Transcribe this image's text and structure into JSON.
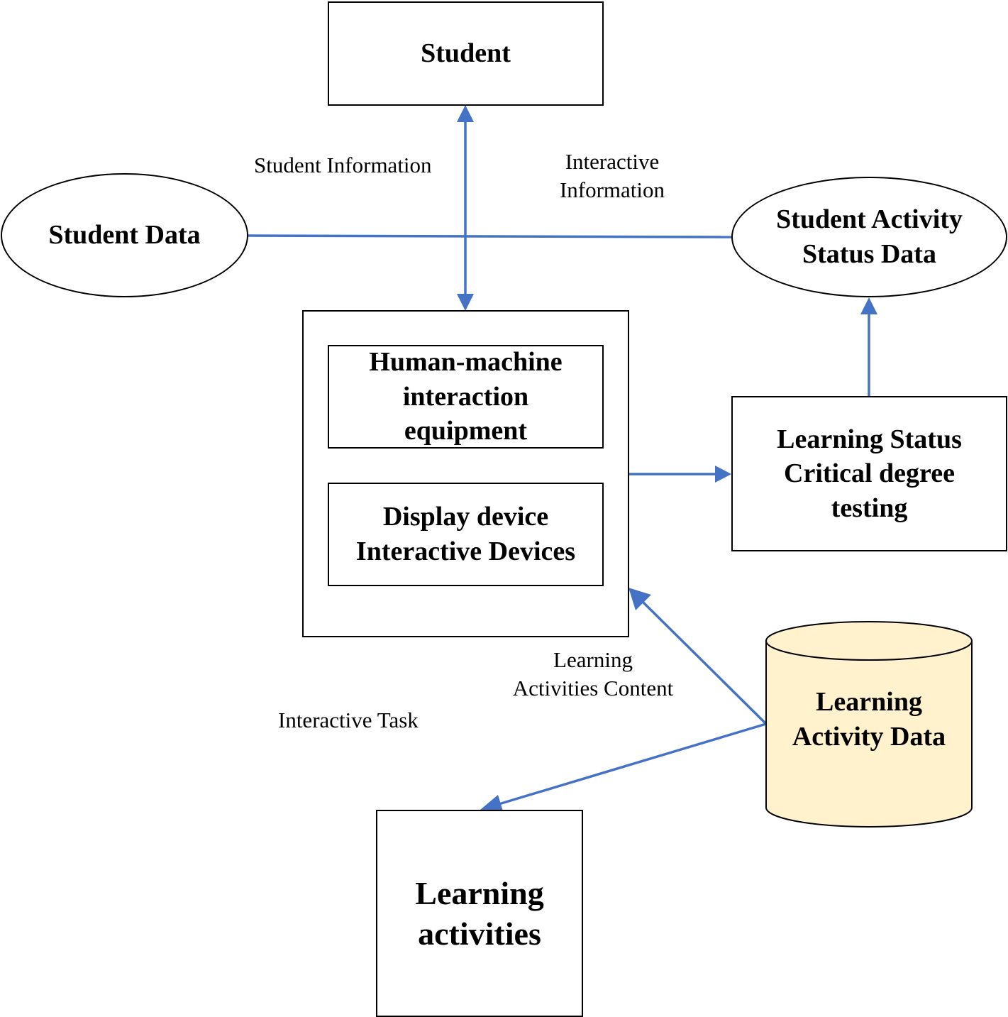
{
  "diagram": {
    "nodes": {
      "student": "Student",
      "student_data": "Student Data",
      "student_activity_status_data": "Student Activity\nStatus Data",
      "human_machine": "Human-machine\ninteraction\nequipment",
      "display_device": "Display device\nInteractive Devices",
      "learning_status": "Learning Status\nCritical degree\ntesting",
      "learning_activity_data": "Learning\nActivity Data",
      "learning_activities": "Learning\nactivities"
    },
    "edge_labels": {
      "student_information": "Student Information",
      "interactive_information": "Interactive\nInformation",
      "learning_activities_content": "Learning\nActivities Content",
      "interactive_task": "Interactive Task"
    },
    "colors": {
      "arrow": "#4472C4",
      "database_fill": "#FFF2CC",
      "border": "#000000"
    }
  }
}
